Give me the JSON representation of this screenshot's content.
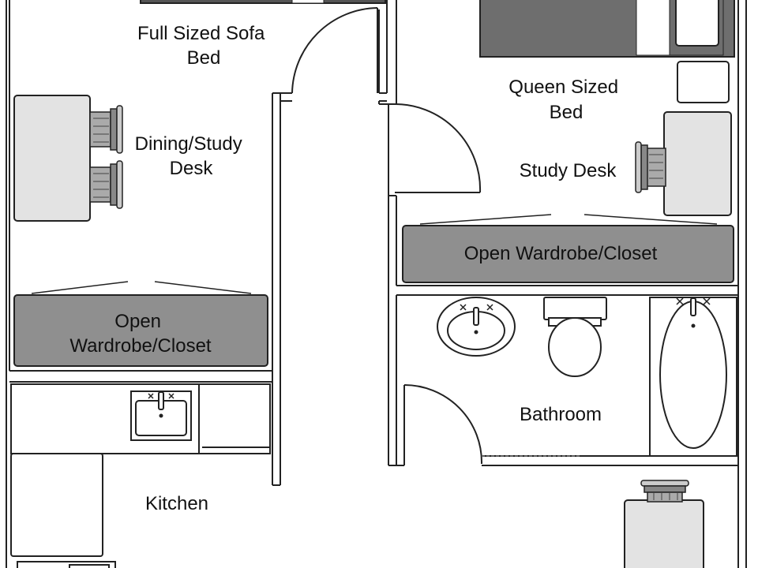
{
  "labels": {
    "sofa_bed": [
      "Full Sized Sofa",
      "Bed"
    ],
    "dining_desk": [
      "Dining/Study",
      "Desk"
    ],
    "left_closet": [
      "Open",
      "Wardrobe/Closet"
    ],
    "kitchen": [
      "Kitchen"
    ],
    "queen_bed": [
      "Queen Sized",
      "Bed"
    ],
    "study_desk": [
      "Study Desk"
    ],
    "right_closet": [
      "Open Wardrobe/Closet"
    ],
    "bathroom": [
      "Bathroom"
    ]
  },
  "colors": {
    "wall": "#222222",
    "furniture_light": "#e3e3e3",
    "furniture_mid": "#9a9a9a",
    "furniture_dark": "#6e6e6e",
    "line": "#333333"
  }
}
